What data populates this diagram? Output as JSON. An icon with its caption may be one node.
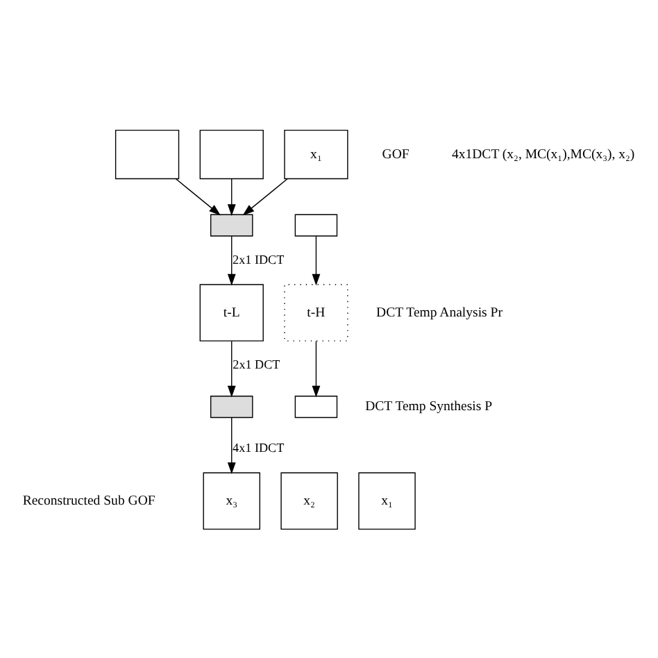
{
  "diagram": {
    "nodes": [
      {
        "text": [],
        "shape": "box"
      },
      {
        "text": [],
        "shape": "box"
      },
      {
        "text": [
          "x₁"
        ]
      },
      {
        "text": [],
        "shape": "box"
      },
      {
        "text": [],
        "shape": "box"
      },
      {
        "text": [
          "t-L"
        ]
      },
      {
        "text": [
          "t-H"
        ]
      },
      {
        "text": [],
        "shape": "box"
      },
      {
        "text": [],
        "shape": "box"
      },
      {
        "text": [
          "x₃"
        ]
      },
      {
        "text": [
          "x₂"
        ]
      },
      {
        "text": [
          "x₁"
        ]
      }
    ],
    "edges": [
      {
        "from": 0,
        "to": 3,
        "arrow": "to"
      },
      {
        "from": 1,
        "to": 3,
        "arrow": "to"
      },
      {
        "from": 2,
        "to": 3,
        "arrow": "to"
      },
      {
        "from": 3,
        "to": 5,
        "arrow": "to",
        "label": "2x1 IDCT"
      },
      {
        "from": 4,
        "to": 6,
        "arrow": "to"
      },
      {
        "from": 5,
        "to": 7,
        "arrow": "to",
        "label": "2x1 DCT"
      },
      {
        "from": 6,
        "to": 8,
        "arrow": "to"
      },
      {
        "from": 7,
        "to": 9,
        "arrow": "to",
        "label": "4x1 IDCT"
      }
    ],
    "labels": [
      "GOF",
      "4x1DCT (x₂, MC(x₁),MC(x₃), x₂)",
      "DCT Temp Analysis Pr",
      "DCT Temp Synthesis P",
      "Reconstructed Sub GOF"
    ]
  }
}
